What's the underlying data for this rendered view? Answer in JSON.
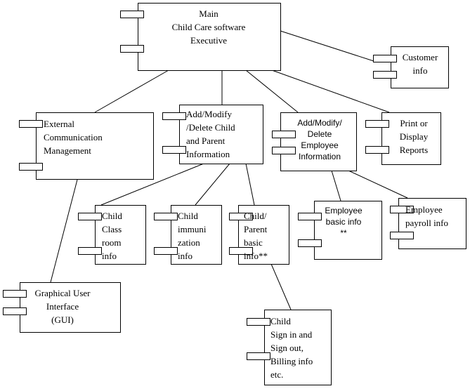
{
  "diagram": {
    "components": {
      "main": "Main\nChild Care software\nExecutive",
      "customer_info": "Customer\ninfo",
      "external_comm": "External\nCommunication\nManagement",
      "add_child": "Add/Modify\n/Delete Child\nand Parent\nInformation",
      "add_employee": "Add/Modify/\nDelete\nEmployee\nInformation",
      "print_reports": "Print or\nDisplay\nReports",
      "child_class": "Child\nClass\nroom\ninfo",
      "child_immunization": "Child\nimmuni\nzation\ninfo",
      "child_parent_basic": "Child/\nParent\nbasic\ninfo**",
      "employee_basic": "Employee\nbasic info\n**",
      "employee_payroll": "Employee\npayroll info",
      "gui": "Graphical User\nInterface\n(GUI)",
      "child_signin": "Child\nSign in and\nSign out,\nBilling info\netc."
    }
  }
}
